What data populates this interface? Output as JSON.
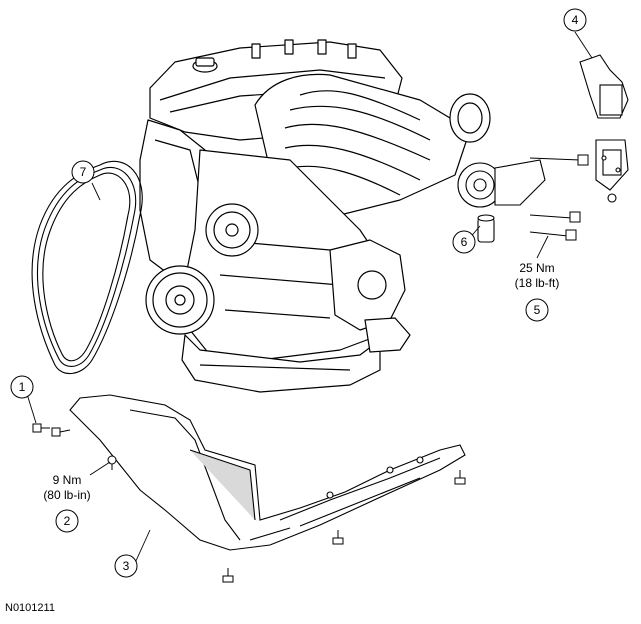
{
  "callouts": [
    "1",
    "2",
    "3",
    "4",
    "5",
    "6",
    "7"
  ],
  "torque_specs": {
    "spec_2": {
      "metric": "9 Nm",
      "imperial": "(80 lb-in)"
    },
    "spec_5": {
      "metric": "25 Nm",
      "imperial": "(18 lb-ft)"
    }
  },
  "figure_id": "N0101211",
  "colors": {
    "line": "#000000",
    "background": "#ffffff",
    "shade": "#d9d9d9"
  }
}
